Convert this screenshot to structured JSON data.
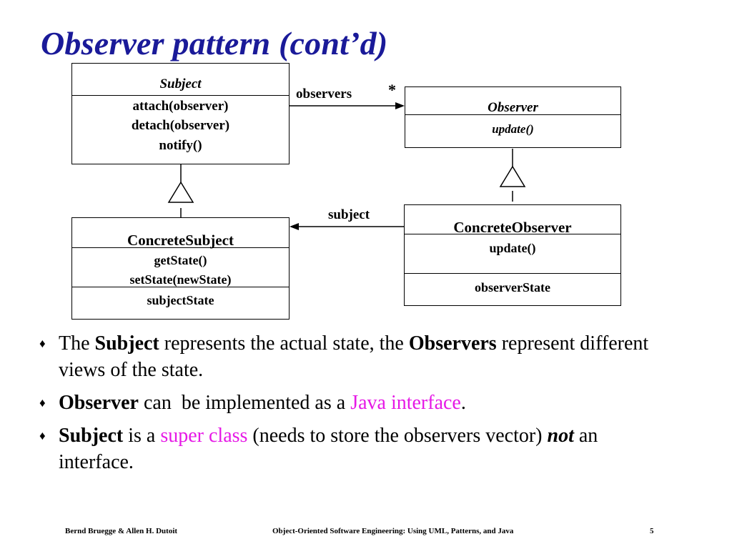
{
  "slide": {
    "title": "Observer pattern (cont’d)",
    "page_number": "5"
  },
  "diagram": {
    "subject": {
      "name": "Subject",
      "operations": [
        "attach(observer)",
        "detach(observer)",
        "notify()"
      ]
    },
    "observer": {
      "name": "Observer",
      "operations": [
        "update()"
      ]
    },
    "concrete_subject": {
      "name": "ConcreteSubject",
      "operations": [
        "getState()",
        "setState(newState)"
      ],
      "attributes": [
        "subjectState"
      ]
    },
    "concrete_observer": {
      "name": "ConcreteObserver",
      "operations": [
        "update()"
      ],
      "attributes": [
        "observerState"
      ]
    },
    "association_observers": {
      "label": "observers",
      "multiplicity": "*"
    },
    "association_subject": {
      "label": "subject"
    }
  },
  "bullets": {
    "b1": {
      "t1": "The ",
      "t2": "Subject",
      "t3": " represents the actual state, the ",
      "t4": "Observers",
      "t5": " represent different views of the state."
    },
    "b2": {
      "t1": "Observer",
      "t2": " can  be implemented as a ",
      "t3": "Java interface",
      "t4": "."
    },
    "b3": {
      "t1": "Subject",
      "t2": " is a ",
      "t3": "super class",
      "t4": " (needs to store the observers vector) ",
      "t5": "not",
      "t6": " an interface."
    }
  },
  "footer": {
    "authors": "Bernd Bruegge & Allen H. Dutoit",
    "book": "Object-Oriented Software Engineering: Using UML, Patterns, and Java"
  },
  "colors": {
    "title": "#1a1a99",
    "highlight": "#e619e6"
  }
}
